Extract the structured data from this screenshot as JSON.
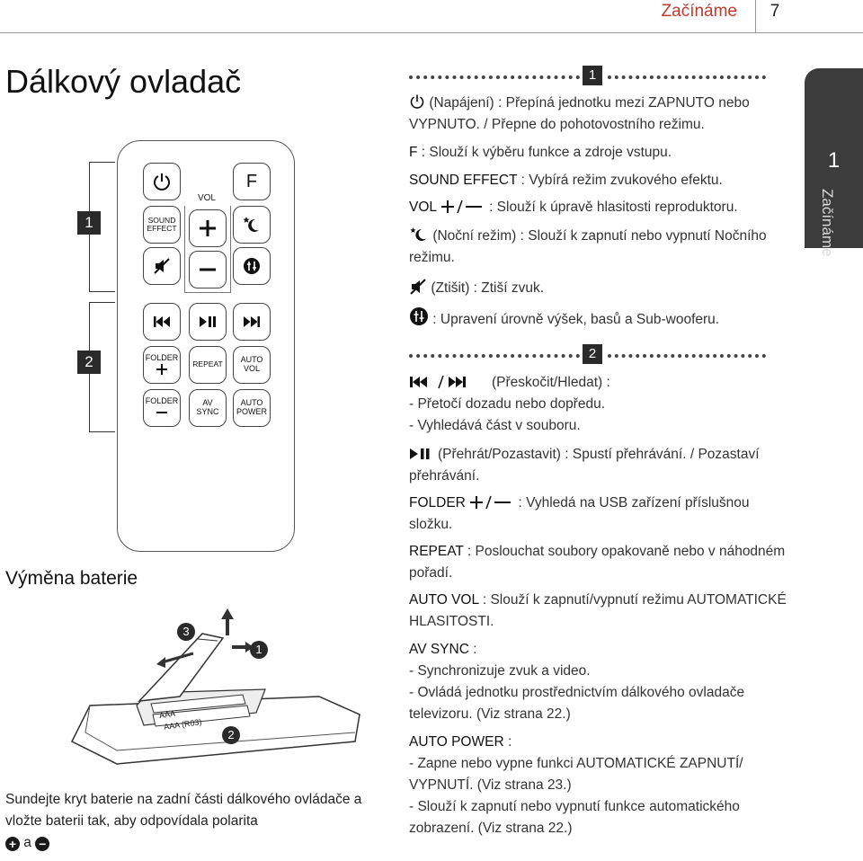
{
  "header": {
    "section": "Začínáme",
    "page": "7"
  },
  "side_tab": {
    "number": "1",
    "label": "Začínáme"
  },
  "title": "Dálkový ovladač",
  "remote": {
    "callout1": "1",
    "callout2": "2",
    "vol_label": "VOL",
    "f_label": "F",
    "sound_effect": "SOUND\nEFFECT",
    "folder_plus": "FOLDER",
    "repeat": "REPEAT",
    "auto_vol": "AUTO\nVOL",
    "folder_minus": "FOLDER",
    "av_sync": "AV\nSYNC",
    "auto_power": "AUTO\nPOWER"
  },
  "section1": {
    "marker": "1",
    "power": "(Napájení) : Přepíná jednotku mezi ZAPNUTO nebo VYPNUTO. / Přepne do pohotovostního režimu.",
    "f_key": "F",
    "f_desc": " : Slouží k výběru funkce a zdroje vstupu.",
    "sound_key": "SOUND EFFECT",
    "sound_desc": " : Vybírá režim zvukového efektu.",
    "vol_key": "VOL",
    "vol_desc": " : Slouží k úpravě hlasitosti reproduktoru.",
    "night": "(Noční režim) : Slouží k zapnutí nebo vypnutí Nočního režimu.",
    "mute": "(Ztišit) : Ztiší zvuk.",
    "eq": " : Upravení úrovně výšek, basů a Sub-wooferu."
  },
  "section2": {
    "marker": "2",
    "skip_title": "(Přeskočit/Hledat) :",
    "skip_1": "- Přetočí dozadu nebo dopředu.",
    "skip_2": "- Vyhledává část v souboru.",
    "play": "(Přehrát/Pozastavit) : Spustí přehrávání. / Pozastaví přehrávání.",
    "folder_key": "FOLDER",
    "folder_desc": " : Vyhledá na USB zařízení příslušnou složku.",
    "repeat_key": "REPEAT",
    "repeat_desc": " : Poslouchat soubory opakovaně nebo v náhodném pořadí.",
    "autovol_key": "AUTO VOL",
    "autovol_desc": " : Slouží k zapnutí/vypnutí režimu AUTOMATICKÉ HLASITOSTI.",
    "avsync_key": "AV SYNC",
    "avsync_desc": " :",
    "avsync_1": "- Synchronizuje zvuk a video.",
    "avsync_2": "- Ovládá jednotku prostřednictvím dálkového ovladače televizoru. (Viz strana 22.)",
    "autopower_key": "AUTO POWER",
    "autopower_desc": " :",
    "autopower_1": "- Zapne nebo vypne funkci AUTOMATICKÉ ZAPNUTÍ/ VYPNUTÍ. (Viz strana 23.)",
    "autopower_2": "- Slouží k zapnutí nebo vypnutí funkce automatického zobrazení. (Viz strana 22.)"
  },
  "battery": {
    "title": "Výměna baterie",
    "desc": "Sundejte kryt baterie na zadní části dálkového ovládače a vložte baterii tak, aby odpovídala polarita",
    "plus": "+",
    "and": " a ",
    "minus": "−",
    "step1": "1",
    "step2": "2",
    "step3": "3",
    "aaa1": "AAA (R03)",
    "aaa2": "AAA"
  }
}
